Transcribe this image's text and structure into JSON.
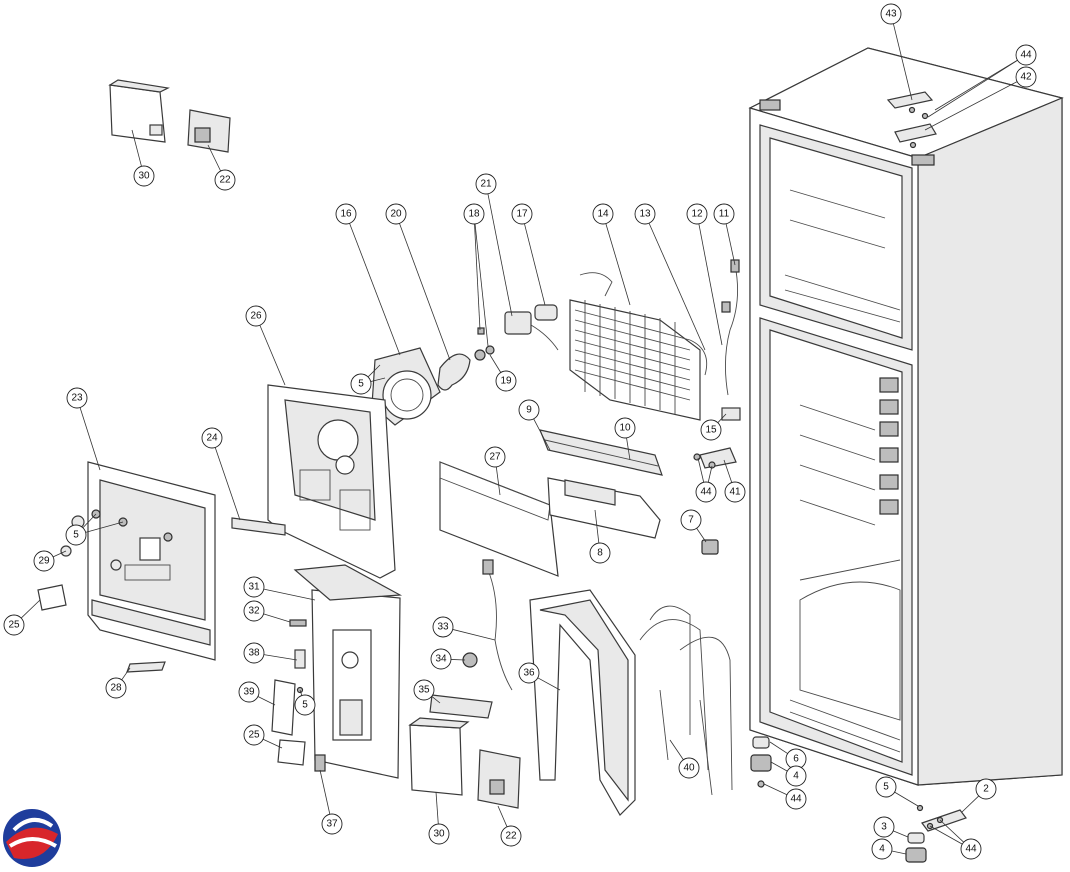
{
  "logo": {
    "colors": [
      "#1f3d9c",
      "#d8262b"
    ]
  },
  "callout_labels": {
    "c43": "43",
    "c44a": "44",
    "c42": "42",
    "c30a": "30",
    "c22a": "22",
    "c21": "21",
    "c18": "18",
    "c17": "17",
    "c16": "16",
    "c20": "20",
    "c14": "14",
    "c13": "13",
    "c12": "12",
    "c11": "11",
    "c26": "26",
    "c5a": "5",
    "c19": "19",
    "c9": "9",
    "c10": "10",
    "c15": "15",
    "c23": "23",
    "c24": "24",
    "c27": "27",
    "c44b": "44",
    "c41": "41",
    "c8": "8",
    "c7": "7",
    "c5b": "5",
    "c29": "29",
    "c25a": "25",
    "c31": "31",
    "c32": "32",
    "c33": "33",
    "c34": "34",
    "c36": "36",
    "c38": "38",
    "c35": "35",
    "c28": "28",
    "c39": "39",
    "c5c": "5",
    "c25b": "25",
    "c40": "40",
    "c6": "6",
    "c4a": "4",
    "c44c": "44",
    "c5d": "5",
    "c2": "2",
    "c3": "3",
    "c44d": "44",
    "c4b": "4",
    "c37": "37",
    "c30b": "30",
    "c22b": "22"
  }
}
